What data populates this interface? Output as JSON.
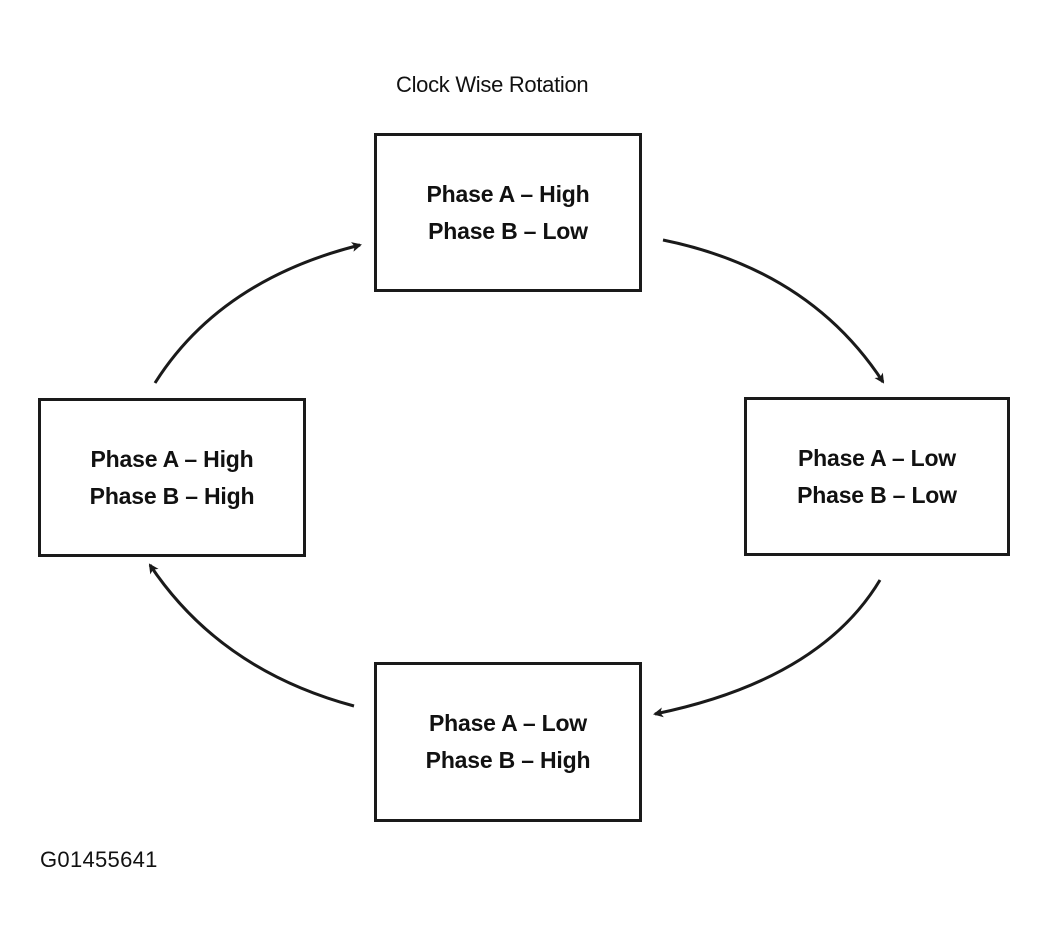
{
  "title": "Clock Wise Rotation",
  "figure_id": "G01455641",
  "states": {
    "top": {
      "line1": "Phase A – High",
      "line2": "Phase B – Low"
    },
    "right": {
      "line1": "Phase A – Low",
      "line2": "Phase B – Low"
    },
    "bottom": {
      "line1": "Phase A – Low",
      "line2": "Phase B – High"
    },
    "left": {
      "line1": "Phase A – High",
      "line2": "Phase B – High"
    }
  },
  "colors": {
    "ink": "#1a1a1a",
    "background": "#ffffff"
  }
}
